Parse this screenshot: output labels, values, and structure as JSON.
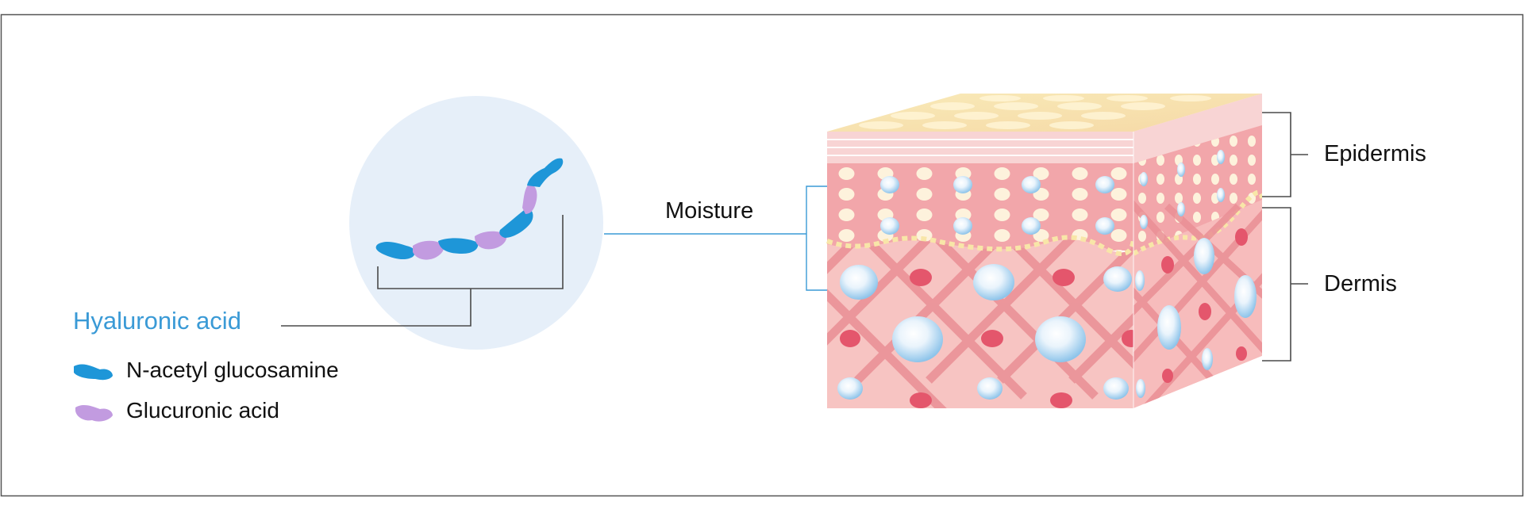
{
  "labels": {
    "hyaluronic_acid": "Hyaluronic acid",
    "n_acetyl_glucosamine": "N-acetyl glucosamine",
    "glucuronic_acid": "Glucuronic acid",
    "moisture": "Moisture",
    "epidermis": "Epidermis",
    "dermis": "Dermis"
  },
  "colors": {
    "hyaluronic_label": "#3a9ad6",
    "n_acetyl_glucosamine": "#1e96d8",
    "glucuronic_acid": "#c29be0",
    "circle_background": "#e6eff9",
    "leader_line": "#4a4a4a",
    "moisture_line": "#3a9ad6",
    "epidermis": "#f2a6aa",
    "dermis": "#f7c4c2",
    "collagen_fiber": "#ea8f95",
    "fiber_node": "#e4566c",
    "skin_surface": "#f6e3a0",
    "frame_border": "#555555"
  },
  "icons": [
    "n-acetyl-glucosamine-icon",
    "glucuronic-acid-icon",
    "water-droplet-icon"
  ]
}
